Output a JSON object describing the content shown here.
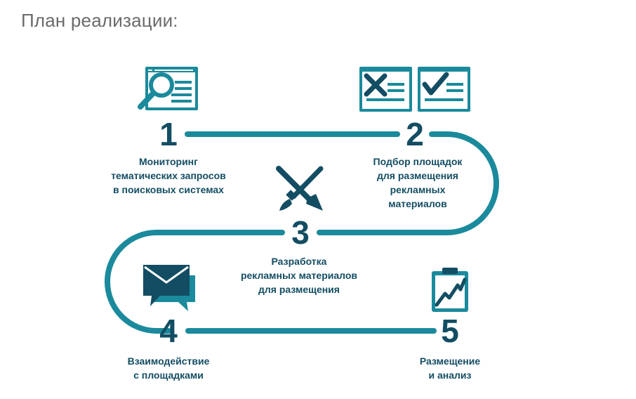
{
  "title": "План реализации:",
  "colors": {
    "accent": "#1a8a9c",
    "dark": "#134d63",
    "title": "#6a6a6a"
  },
  "steps": [
    {
      "number": "1",
      "icon": "search-document-icon",
      "lines": [
        "Мониторинг",
        "тематических запросов",
        "в поисковых системах"
      ]
    },
    {
      "number": "2",
      "icon": "reject-approve-forms-icon",
      "lines": [
        "Подбор площадок",
        "для размещения",
        "рекламных",
        "материалов"
      ]
    },
    {
      "number": "3",
      "icon": "brush-pen-icon",
      "lines": [
        "Разработка",
        "рекламных материалов",
        "для размещения"
      ]
    },
    {
      "number": "4",
      "icon": "envelope-chat-icon",
      "lines": [
        "Взаимодействие",
        "с площадками"
      ]
    },
    {
      "number": "5",
      "icon": "growth-clipboard-icon",
      "lines": [
        "Размещение",
        "и анализ"
      ]
    }
  ]
}
